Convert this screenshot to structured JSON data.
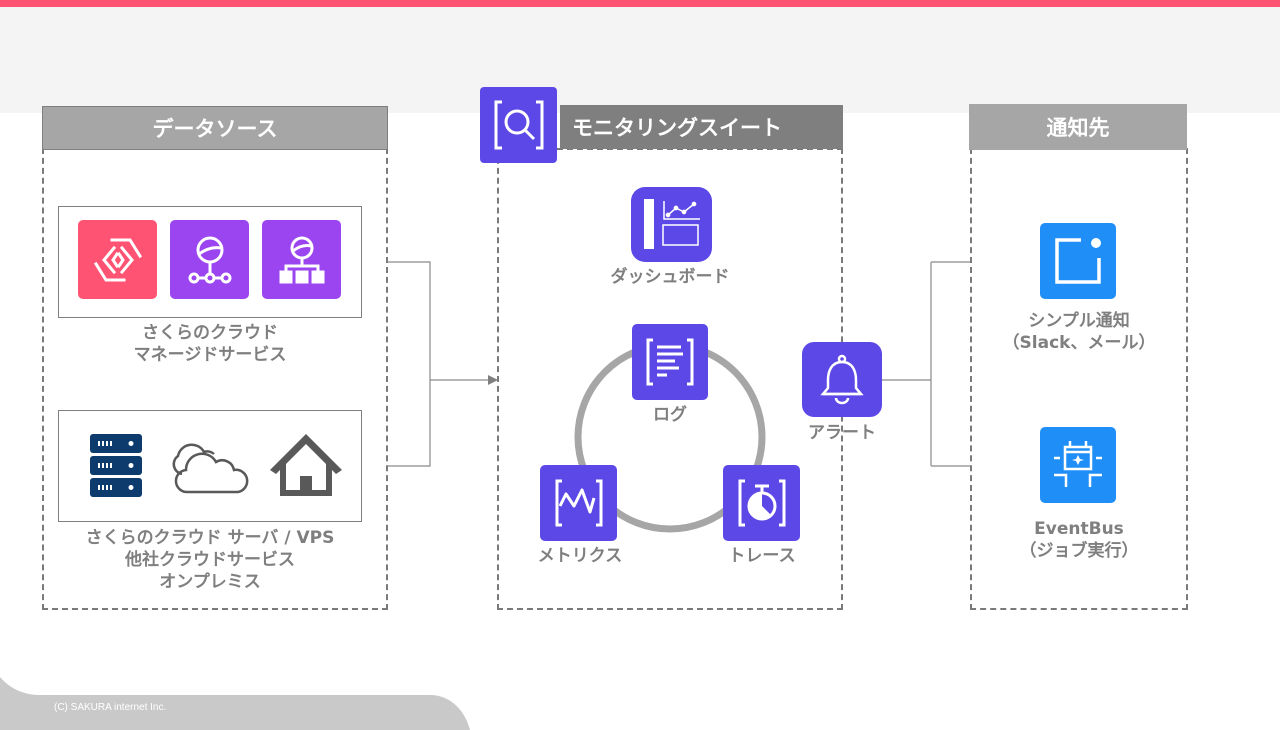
{
  "colors": {
    "accent_bar": "#ff5374",
    "suite_purple": "#5c48e6",
    "managed_red": "#ff5374",
    "managed_purple": "#9a45f0",
    "notify_blue": "#1f8ff7",
    "server_navy": "#0d3b6e",
    "panel_gray": "#a6a6a6",
    "suite_title_gray": "#7f7f7f"
  },
  "data_source": {
    "title": "データソース",
    "managed_group": {
      "icons": [
        "apprun-icon",
        "database-replication-icon",
        "database-cluster-icon"
      ],
      "caption_lines": [
        "さくらのクラウド",
        "マネージドサービス"
      ]
    },
    "infra_group": {
      "icons": [
        "server-rack-icon",
        "cloud-icon",
        "house-icon"
      ],
      "caption_lines": [
        "さくらのクラウド サーバ / VPS",
        "他社クラウドサービス",
        "オンプレミス"
      ]
    }
  },
  "monitoring_suite": {
    "title": "モニタリングスイート",
    "logo_icon": "monitoring-search-icon",
    "dashboard": {
      "label": "ダッシュボード",
      "icon": "dashboard-icon"
    },
    "cycle": [
      {
        "label": "ログ",
        "icon": "log-icon"
      },
      {
        "label": "メトリクス",
        "icon": "metrics-icon"
      },
      {
        "label": "トレース",
        "icon": "trace-icon"
      }
    ],
    "alert": {
      "label": "アラート",
      "icon": "bell-icon"
    }
  },
  "notification": {
    "title": "通知先",
    "targets": [
      {
        "label_lines": [
          "シンプル通知",
          "（Slack、メール）"
        ],
        "icon": "simple-notification-icon"
      },
      {
        "label_lines": [
          "EventBus",
          "（ジョブ実行）"
        ],
        "icon": "eventbus-icon"
      }
    ]
  },
  "footer": {
    "copyright": "(C) SAKURA internet Inc."
  }
}
